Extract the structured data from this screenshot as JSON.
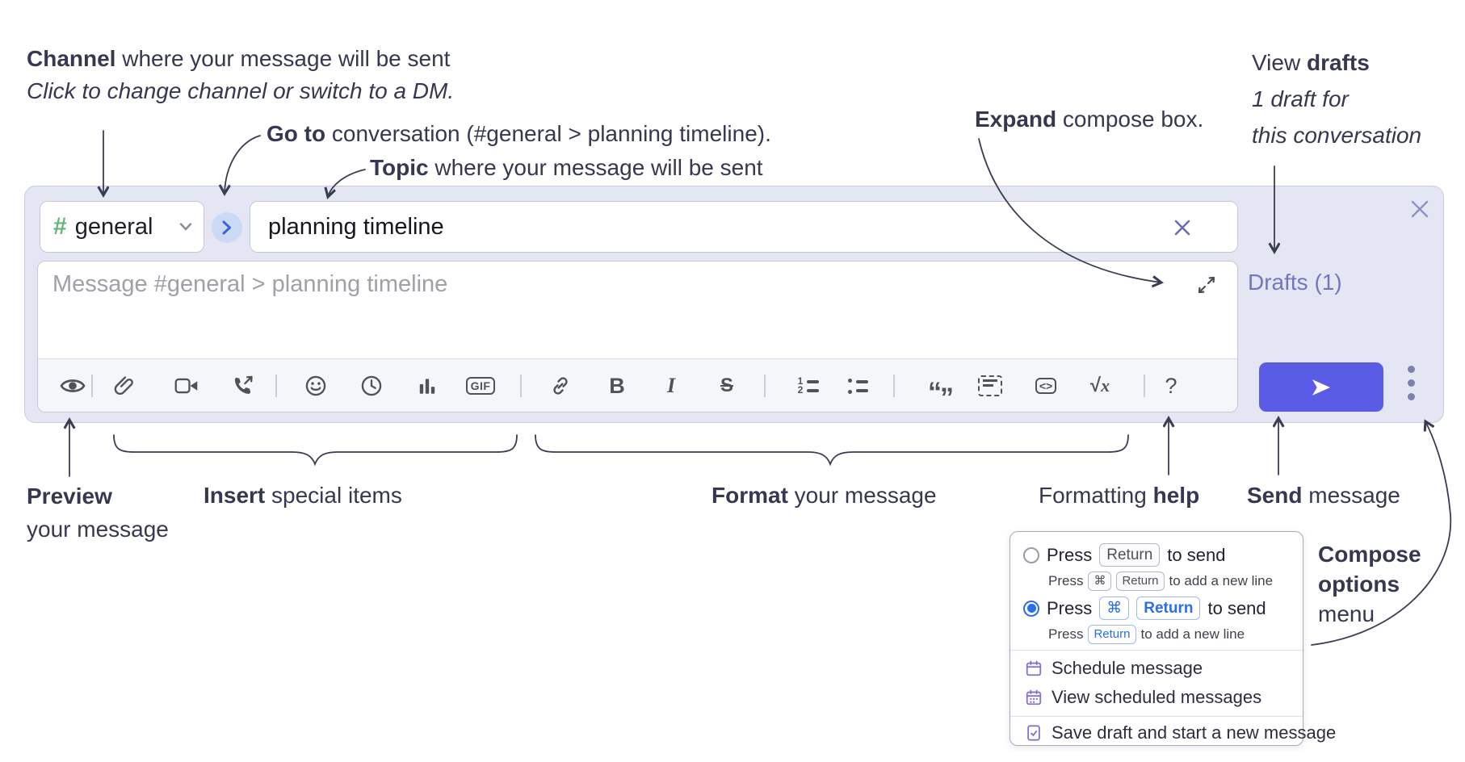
{
  "annotations": {
    "channel": {
      "bold": "Channel",
      "rest": " where your message will be sent",
      "line2": "Click to change channel or switch to a DM."
    },
    "goto": {
      "bold": "Go to",
      "rest": " conversation (#general > planning timeline)."
    },
    "topic": {
      "bold": "Topic",
      "rest": " where your message will be sent"
    },
    "expand": {
      "bold": "Expand",
      "rest": " compose box."
    },
    "drafts": {
      "line1_pre": "View ",
      "line1_bold": "drafts",
      "line2": "1 draft for",
      "line3": "this conversation"
    },
    "preview": {
      "bold": "Preview",
      "line2": "your message"
    },
    "insert": {
      "bold": "Insert",
      "rest": " special items"
    },
    "format": {
      "bold": "Format",
      "rest": " your message"
    },
    "help": {
      "pre": "Formatting ",
      "bold": "help"
    },
    "send": {
      "bold": "Send",
      "rest": " message"
    },
    "compose_options": {
      "line1": "Compose",
      "line2": "options",
      "line3": "menu"
    }
  },
  "compose": {
    "channel": {
      "hash": "#",
      "name": "general"
    },
    "topic_value": "planning timeline",
    "message_placeholder": "Message #general > planning timeline",
    "drafts_label": "Drafts (1)",
    "toolbar_names": [
      "preview",
      "attach-file",
      "start-video-call",
      "start-voice-call",
      "add-emoji",
      "add-global-time",
      "add-poll",
      "add-gif",
      "insert-link",
      "bold",
      "italic",
      "strikethrough",
      "numbered-list",
      "bulleted-list",
      "quote",
      "spoiler",
      "code",
      "math",
      "help"
    ],
    "toolbar_glyphs": {
      "gif": "GIF",
      "bold": "B",
      "italic": "I",
      "strike": "S",
      "quote_open": "“",
      "quote_close": "”",
      "code": "<>",
      "sqrt": "√",
      "sqrt_x": "x",
      "ol_1": "1",
      "ol_2": "2",
      "help": "?"
    }
  },
  "menu": {
    "opt1": {
      "press": "Press",
      "key1": "Return",
      "rest": "to send",
      "sub_press": "Press",
      "sub_key1": "⌘",
      "sub_key2": "Return",
      "sub_rest": "to add a new line"
    },
    "opt2": {
      "press": "Press",
      "key1": "⌘",
      "key2": "Return",
      "rest": "to send",
      "sub_press": "Press",
      "sub_key1": "Return",
      "sub_rest": "to add a new line"
    },
    "items": {
      "schedule": "Schedule message",
      "view_scheduled": "View scheduled messages",
      "save_draft": "Save draft and start a new message"
    }
  },
  "colors": {
    "accent": "#5a5ce5",
    "compose_bg": "#e4e6f4",
    "link": "#7276bf",
    "radio_blue": "#2a6df0",
    "menu_icon": "#7e74d4",
    "hash_green": "#65b577"
  }
}
